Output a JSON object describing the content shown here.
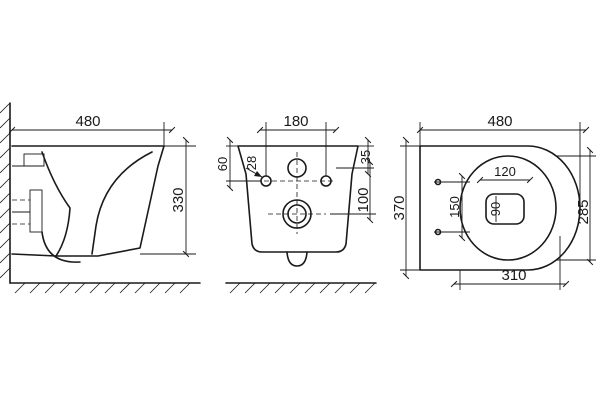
{
  "side_view": {
    "width_label": "480",
    "height_label": "330"
  },
  "front_view": {
    "width_label": "180",
    "top_offset_label": "60",
    "hole_label": "28",
    "right_offset_label": "35",
    "hole_spacing_label": "100"
  },
  "top_view": {
    "width_label": "480",
    "length_label": "370",
    "depth_label": "285",
    "inner_width_label": "120",
    "inner_length_label": "150",
    "outlet_label": "90",
    "bottom_label": "310"
  }
}
